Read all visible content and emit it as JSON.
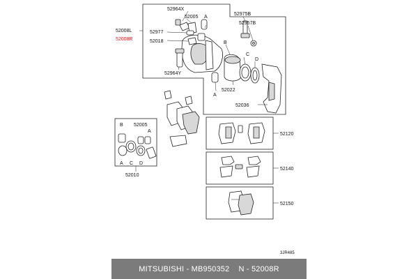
{
  "diagram": {
    "labels": {
      "p52964x": "52964X",
      "p52005_top": "52005",
      "p52008l": "52008L",
      "p52008r": "52008R",
      "p52977": "52977",
      "p52018": "52018",
      "p52964y": "52964Y",
      "p52975b": "52975B",
      "p52957b": "52957B",
      "p52022": "52022",
      "p52036": "52036",
      "p52005_kit": "52005",
      "p52010": "52010",
      "p52120": "52120",
      "p52140": "52140",
      "p52150": "52150",
      "ref_code": "3JR485"
    },
    "letters": {
      "a_top": "A",
      "a_mid": "A",
      "b_top": "B",
      "c_top": "C",
      "d_top": "D",
      "b_kit": "B",
      "a_kit_top": "A",
      "a_kit_bot": "A",
      "c_kit": "C",
      "d_kit": "D"
    },
    "highlight_color": "#d61f1f"
  },
  "footer": {
    "brand": "MITSUBISHI",
    "sep1": " - ",
    "part_number": "MB950352",
    "sep2": "    N - ",
    "ref_number": "52008R"
  }
}
